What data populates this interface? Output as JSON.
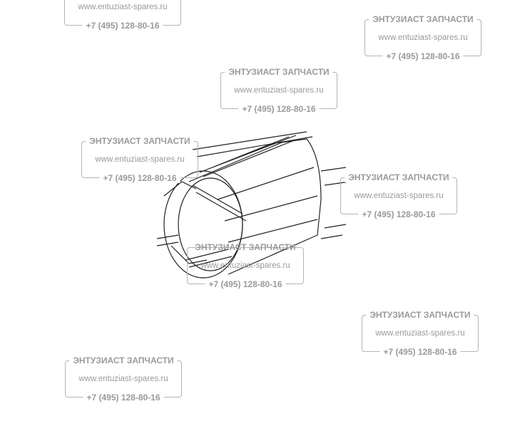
{
  "watermark": {
    "title": "ЭНТУЗИАСТ ЗАПЧАСТИ",
    "site": "www.entuziast-spares.ru",
    "phone": "+7 (495) 128-80-16"
  },
  "drawing": {
    "subject": "stator"
  }
}
